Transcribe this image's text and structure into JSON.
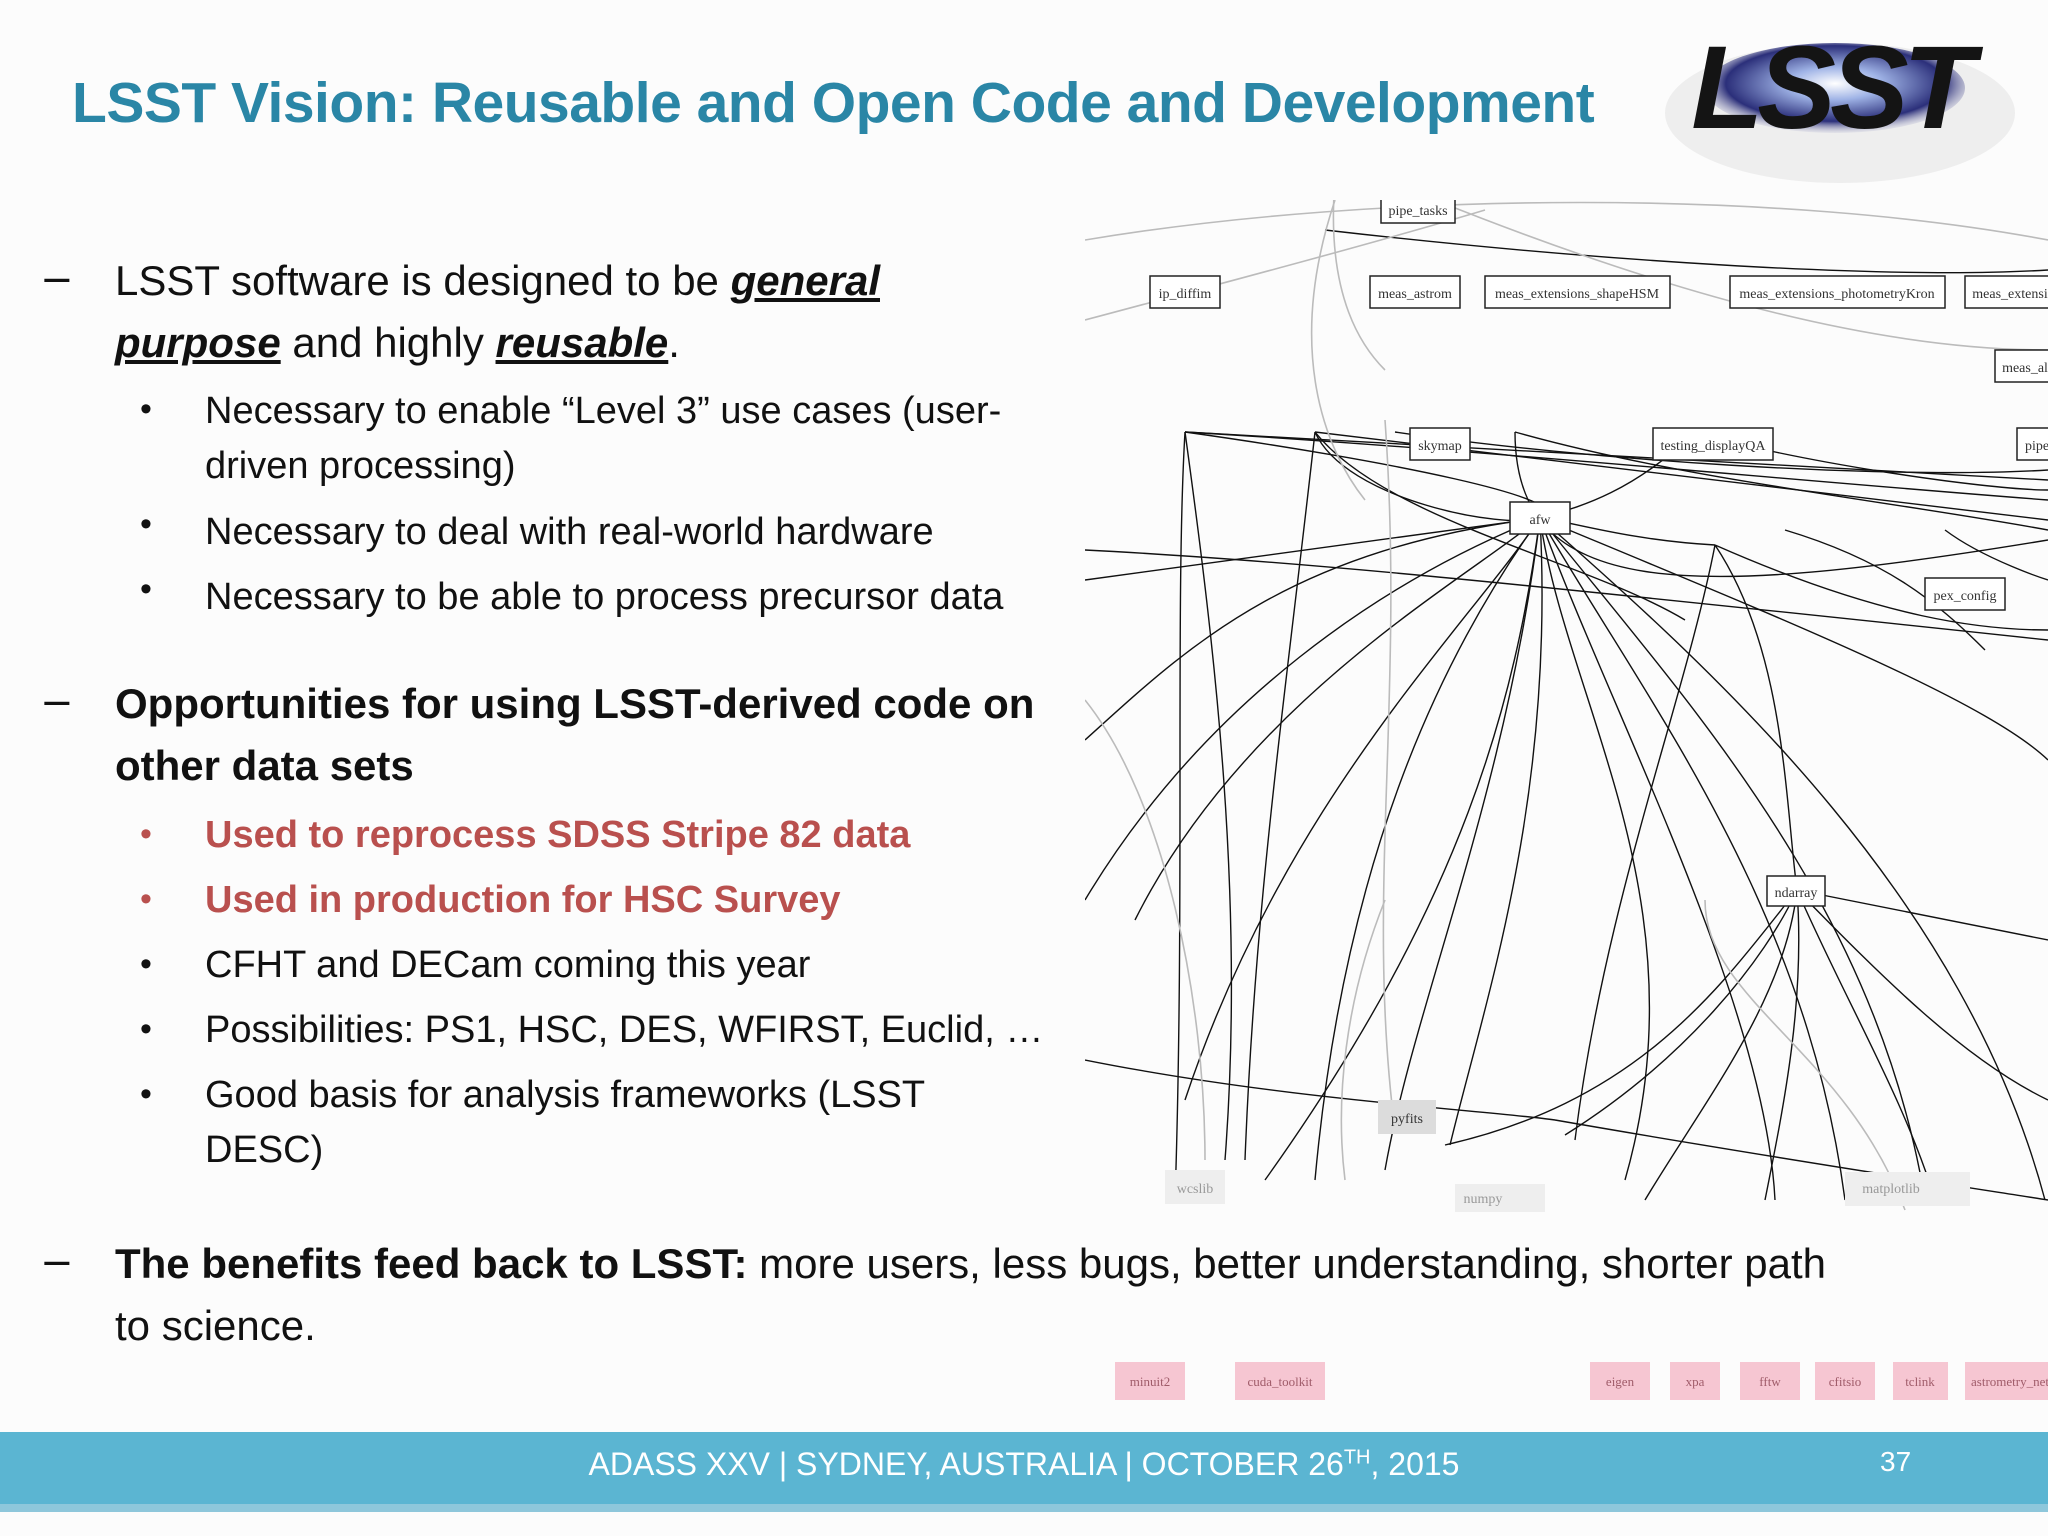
{
  "slide": {
    "title": "LSST Vision: Reusable and Open Code and Development",
    "logo_text": "LSST",
    "bullets": {
      "b1_prefix": "LSST software is designed to be ",
      "b1_em1": "general",
      "b1_line2_em": "purpose",
      "b1_mid": " and highly ",
      "b1_em2": "reusable",
      "b1_end": ".",
      "b1_sub1_line1": "Necessary to enable “Level 3” use cases (user-",
      "b1_sub1_line2": "driven processing)",
      "b1_sub2": "Necessary to deal with real-world hardware",
      "b1_sub3": "Necessary to be able to process precursor data",
      "b2_line1": "Opportunities for using LSST-derived code on",
      "b2_line2": "other data sets",
      "b2_sub1": "Used to reprocess SDSS Stripe 82 data",
      "b2_sub2": "Used in production for HSC Survey",
      "b2_sub3": "CFHT and DECam coming this year",
      "b2_sub4": "Possibilities: PS1, HSC, DES, WFIRST, Euclid, …",
      "b2_sub5_line1": "Good basis for analysis frameworks (LSST",
      "b2_sub5_line2": "DESC)",
      "b3_bold": "The benefits feed back to LSST:",
      "b3_rest": " more users, less bugs, better understanding, shorter path",
      "b3_line2": "to science."
    },
    "dash_char": "−",
    "dot_char": "•"
  },
  "graph_nodes": {
    "pipe_tasks": "pipe_tasks",
    "ip_diffim": "ip_diffim",
    "meas_astrom": "meas_astrom",
    "meas_ext_shape": "meas_extensions_shapeHSM",
    "meas_ext_phot": "meas_extensions_photometryKron",
    "meas_ext": "meas_extensi",
    "meas_al": "meas_al",
    "skymap": "skymap",
    "testing_displayQA": "testing_displayQA",
    "afw": "afw",
    "pex_config": "pex_config",
    "pipe": "pipe",
    "ndarray": "ndarray",
    "pyfits": "pyfits",
    "wcslib": "wcslib",
    "numpy": "numpy",
    "matplotlib": "matplotlib",
    "minuit2": "minuit2",
    "cuda_toolkit": "cuda_toolkit",
    "eigen": "eigen",
    "xpa": "xpa",
    "fftw": "fftw",
    "cfitsio": "cfitsio",
    "tclink": "tclink",
    "astrometry": "astrometry_net"
  },
  "footer": {
    "text_main": "ADASS XXV | SYDNEY, AUSTRALIA | OCTOBER 26",
    "text_sup": "TH",
    "text_end": ", 2015",
    "page": "37"
  },
  "colors": {
    "title": "#2a86a6",
    "accent_red": "#b9504e",
    "footer_bar": "#5bb5d2"
  }
}
